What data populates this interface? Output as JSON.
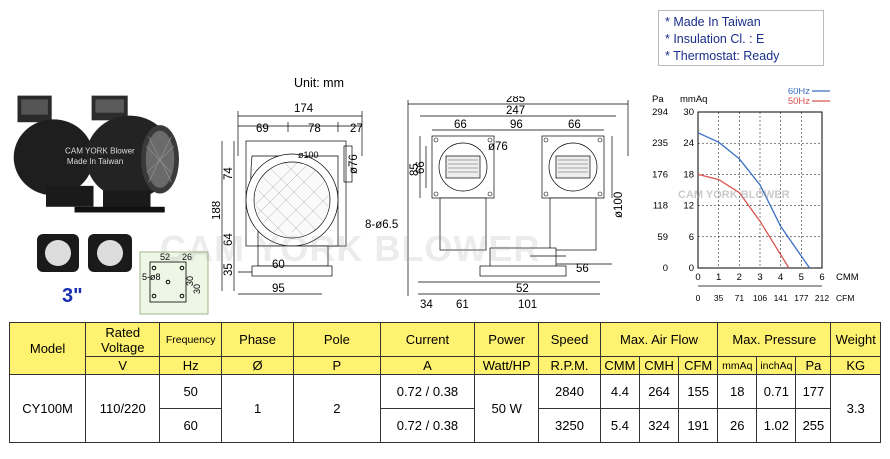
{
  "notes": [
    "* Made In Taiwan",
    "* Insulation Cl. : E",
    "* Thermostat: Ready"
  ],
  "photo": {
    "brand": "CAM YORK Blower",
    "origin": "Made In Taiwan"
  },
  "size_label": "3\"",
  "unit_label": "Unit: mm",
  "watermark": "CAM YORK BLOWER",
  "chart_watermark": "CAM YORK BLOWER",
  "dims": {
    "top_total": "174",
    "d69": "69",
    "d78": "78",
    "d27": "27",
    "phi100": "ø100",
    "h74": "74",
    "h188": "188",
    "h64": "64",
    "h35": "35",
    "phi76_side": "ø76",
    "holes": "8-ø6.5",
    "w60": "60",
    "w95": "95",
    "f285": "285",
    "f247": "247",
    "f66a": "66",
    "f96": "96",
    "f66b": "66",
    "f85": "85",
    "f66v": "66",
    "phi76_front": "ø76",
    "phi100_front": "ø100",
    "f56": "56",
    "f52": "52",
    "f34": "34",
    "f61": "61",
    "f101": "101",
    "w52": "52",
    "w26": "26",
    "w5phi8": "5-ø8",
    "w30a": "30",
    "w30b": "30"
  },
  "chart_data": {
    "type": "line",
    "x": [
      0,
      1,
      2,
      3,
      4,
      5,
      6
    ],
    "x_ticks_cmm": [
      "0",
      "1",
      "2",
      "3",
      "4",
      "5",
      "6"
    ],
    "x_unit_cmm": "CMM",
    "x_ticks_cfm": [
      "0",
      "35",
      "71",
      "106",
      "141",
      "177",
      "212"
    ],
    "x_unit_cfm": "CFM",
    "y_ticks_pa": [
      "294",
      "235",
      "176",
      "118",
      "59",
      "0"
    ],
    "y_ticks_mmaq": [
      "30",
      "24",
      "18",
      "12",
      "6",
      "0"
    ],
    "y_unit_pa": "Pa",
    "y_unit_mmaq": "mmAq",
    "xlim": [
      0,
      6
    ],
    "ylim": [
      0,
      30
    ],
    "series": [
      {
        "name": "60Hz",
        "color": "#3a6ec2",
        "points": [
          [
            0,
            26
          ],
          [
            1,
            24.2
          ],
          [
            2,
            21
          ],
          [
            3,
            16
          ],
          [
            4,
            8
          ],
          [
            5.4,
            0
          ]
        ]
      },
      {
        "name": "50Hz",
        "color": "#d9534f",
        "points": [
          [
            0,
            18
          ],
          [
            1,
            17
          ],
          [
            2,
            14.5
          ],
          [
            3,
            9
          ],
          [
            4.4,
            0
          ]
        ]
      }
    ]
  },
  "table": {
    "headers": {
      "model": "Model",
      "rated_voltage": "Rated Voltage",
      "frequency": "Frequency",
      "phase": "Phase",
      "pole": "Pole",
      "current": "Current",
      "power": "Power",
      "speed": "Speed",
      "air_flow": "Max. Air Flow",
      "pressure": "Max. Pressure",
      "weight": "Weight"
    },
    "units": {
      "voltage": "V",
      "freq": "Hz",
      "phase": "Ø",
      "pole": "P",
      "current": "A",
      "power": "Watt/HP",
      "speed": "R.P.M.",
      "cmm": "CMM",
      "cmh": "CMH",
      "cfm": "CFM",
      "mmaq": "mmAq",
      "inchaq": "inchAq",
      "pa": "Pa",
      "weight": "KG"
    },
    "model": "CY100M",
    "voltage": "110/220",
    "phase": "1",
    "pole": "2",
    "power": "50 W",
    "weight": "3.3",
    "rows": [
      {
        "freq": "50",
        "current": "0.72 / 0.38",
        "speed": "2840",
        "cmm": "4.4",
        "cmh": "264",
        "cfm": "155",
        "mmaq": "18",
        "inchaq": "0.71",
        "pa": "177"
      },
      {
        "freq": "60",
        "current": "0.72 / 0.38",
        "speed": "3250",
        "cmm": "5.4",
        "cmh": "324",
        "cfm": "191",
        "mmaq": "26",
        "inchaq": "1.02",
        "pa": "255"
      }
    ]
  }
}
